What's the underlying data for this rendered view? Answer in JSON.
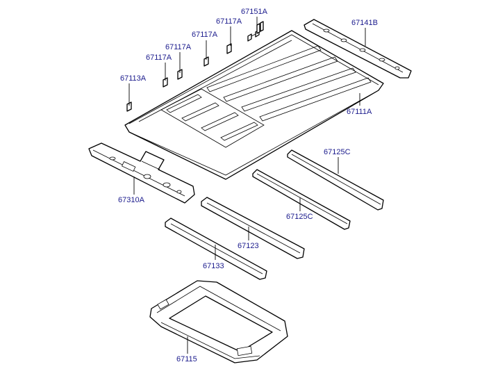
{
  "callouts": {
    "c67151A": "67151A",
    "c67117A_1": "67117A",
    "c67117A_2": "67117A",
    "c67117A_3": "67117A",
    "c67117A_4": "67117A",
    "c67113A": "67113A",
    "c67141B": "67141B",
    "c67111A": "67111A",
    "c67310A": "67310A",
    "c67125C_1": "67125C",
    "c67125C_2": "67125C",
    "c67123": "67123",
    "c67133": "67133",
    "c67115": "67115"
  }
}
